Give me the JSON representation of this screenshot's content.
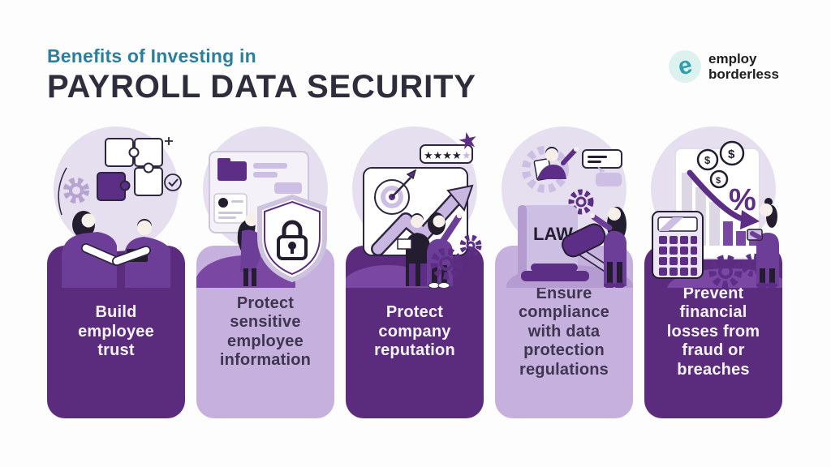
{
  "header": {
    "subtitle": "Benefits of Investing in",
    "title": "PAYROLL DATA SECURITY"
  },
  "logo": {
    "mark": "e",
    "line1": "employ",
    "line2": "borderless"
  },
  "colors": {
    "dark_purple_card": "#5b2c7d",
    "light_purple_card": "#c6b0de",
    "blob_lavender": "#e5dff0",
    "accent_purple": "#5d2e85",
    "mid_purple": "#6d3e97",
    "mound_purple": "#7a48a3",
    "ink": "#241d30",
    "teal_subtitle": "#2a7f9b",
    "teal_logo": "#2e9fb0",
    "title_ink": "#2d2d3c"
  },
  "cards": [
    {
      "id": "build-employee-trust",
      "variant": "dark",
      "illustration": "teamwork-puzzle",
      "lines": [
        "Build",
        "employee",
        "trust"
      ]
    },
    {
      "id": "protect-sensitive-info",
      "variant": "light",
      "illustration": "shield-lock",
      "lines": [
        "Protect",
        "sensitive",
        "employee",
        "information"
      ]
    },
    {
      "id": "protect-company-reputation",
      "variant": "dark",
      "illustration": "rating-growth",
      "lines": [
        "Protect",
        "company",
        "reputation"
      ]
    },
    {
      "id": "ensure-compliance",
      "variant": "light",
      "illustration": "law-gavel",
      "lines": [
        "Ensure",
        "compliance",
        "with data",
        "protection",
        "regulations"
      ]
    },
    {
      "id": "prevent-financial-losses",
      "variant": "dark",
      "illustration": "financial-loss",
      "lines": [
        "Prevent",
        "financial",
        "losses from",
        "fraud or",
        "breaches"
      ]
    }
  ],
  "glyphs": {
    "law": "LAW",
    "percent": "%",
    "dollar": "$",
    "stars_filled": "★★★★",
    "star_light": "★",
    "star_big": "★"
  }
}
